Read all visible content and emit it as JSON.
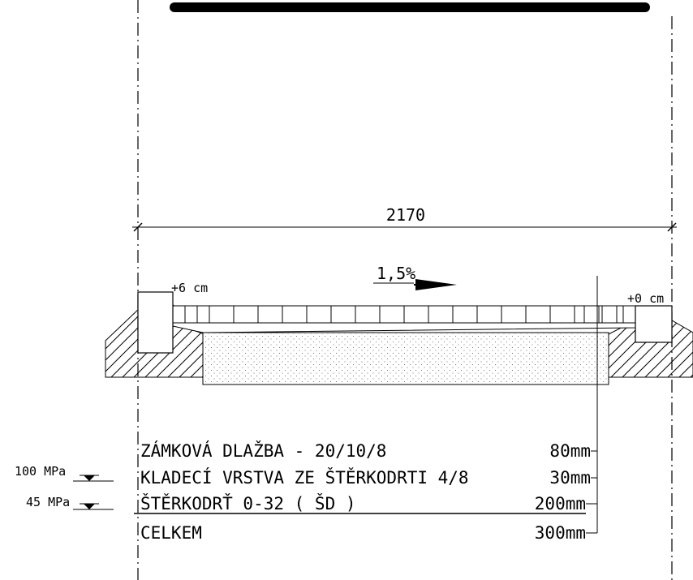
{
  "dimension": {
    "width_label": "2170"
  },
  "slope": {
    "label": "1,5%"
  },
  "elevations": {
    "left": "+6 cm",
    "right": "+0 cm"
  },
  "layers": [
    {
      "name": "ZÁMKOVÁ DLAŽBA - 20/10/8",
      "thickness": "80mm"
    },
    {
      "name": "KLADECÍ VRSTVA ZE ŠTĚRKODRTI 4/8",
      "thickness": "30mm"
    },
    {
      "name": "ŠTĚRKODRŤ 0-32 ( ŠD )",
      "thickness": "200mm"
    }
  ],
  "total": {
    "name": "CELKEM",
    "thickness": "300mm"
  },
  "moduli": [
    {
      "label": "100 MPa"
    },
    {
      "label": "45 MPa"
    }
  ]
}
